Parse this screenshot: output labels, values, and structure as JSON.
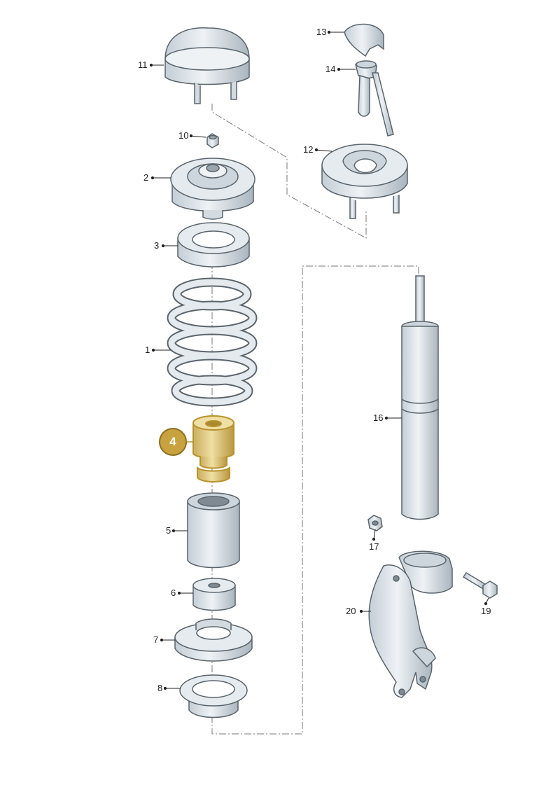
{
  "highlight": {
    "label": "4",
    "color": "#c7a23e"
  },
  "colors": {
    "part_fill": "#dde4ea",
    "part_stroke": "#5a646c",
    "highlight_fill": "#d9c27a",
    "highlight_stroke": "#b8922a"
  },
  "parts": [
    {
      "id": "1",
      "icon": "coil-spring-icon"
    },
    {
      "id": "2",
      "icon": "strut-mount-icon"
    },
    {
      "id": "3",
      "icon": "spring-seat-ring-icon"
    },
    {
      "id": "4",
      "icon": "bump-stop-icon"
    },
    {
      "id": "5",
      "icon": "protective-sleeve-icon"
    },
    {
      "id": "6",
      "icon": "buffer-pad-icon"
    },
    {
      "id": "7",
      "icon": "lower-spring-seat-icon"
    },
    {
      "id": "8",
      "icon": "spring-pad-icon"
    },
    {
      "id": "10",
      "icon": "hex-nut-icon"
    },
    {
      "id": "11",
      "icon": "dust-cap-icon"
    },
    {
      "id": "12",
      "icon": "mount-housing-icon"
    },
    {
      "id": "13",
      "icon": "cap-icon"
    },
    {
      "id": "14",
      "icon": "wrench-tool-icon"
    },
    {
      "id": "16",
      "icon": "shock-absorber-icon"
    },
    {
      "id": "17",
      "icon": "hex-nut-icon"
    },
    {
      "id": "19",
      "icon": "bolt-icon"
    },
    {
      "id": "20",
      "icon": "steering-knuckle-icon"
    }
  ]
}
